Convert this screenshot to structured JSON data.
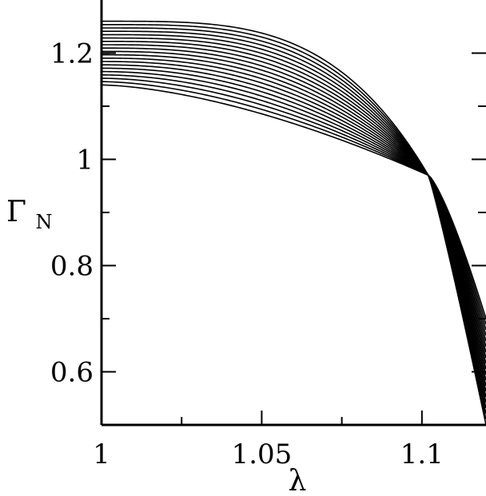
{
  "chart_data": {
    "type": "line",
    "xlabel": "λ",
    "ylabel": "Γ",
    "ylabel_sub": "N",
    "xlim": [
      1.0,
      1.12
    ],
    "ylim": [
      0.5,
      1.3
    ],
    "x_ticks": [
      1.0,
      1.05,
      1.1
    ],
    "x_tick_labels": [
      "1",
      "1.05",
      "1.1"
    ],
    "x_minor_ticks": [
      1.025,
      1.075
    ],
    "y_ticks": [
      0.6,
      0.8,
      1.0,
      1.2
    ],
    "y_tick_labels": [
      "0.6",
      "0.8",
      "1",
      "1.2"
    ],
    "y_minor_ticks": [
      0.7,
      0.9,
      1.1
    ],
    "grid": false,
    "series_count": 20,
    "series_color": "#000000",
    "crossing_point": {
      "x": 1.102,
      "y": 0.97
    },
    "series_start_range": {
      "x": 1.0,
      "y_min": 1.14,
      "y_max": 1.26
    },
    "series_end_range": {
      "x": 1.12,
      "y_min": 0.5,
      "y_max": 0.7
    }
  }
}
